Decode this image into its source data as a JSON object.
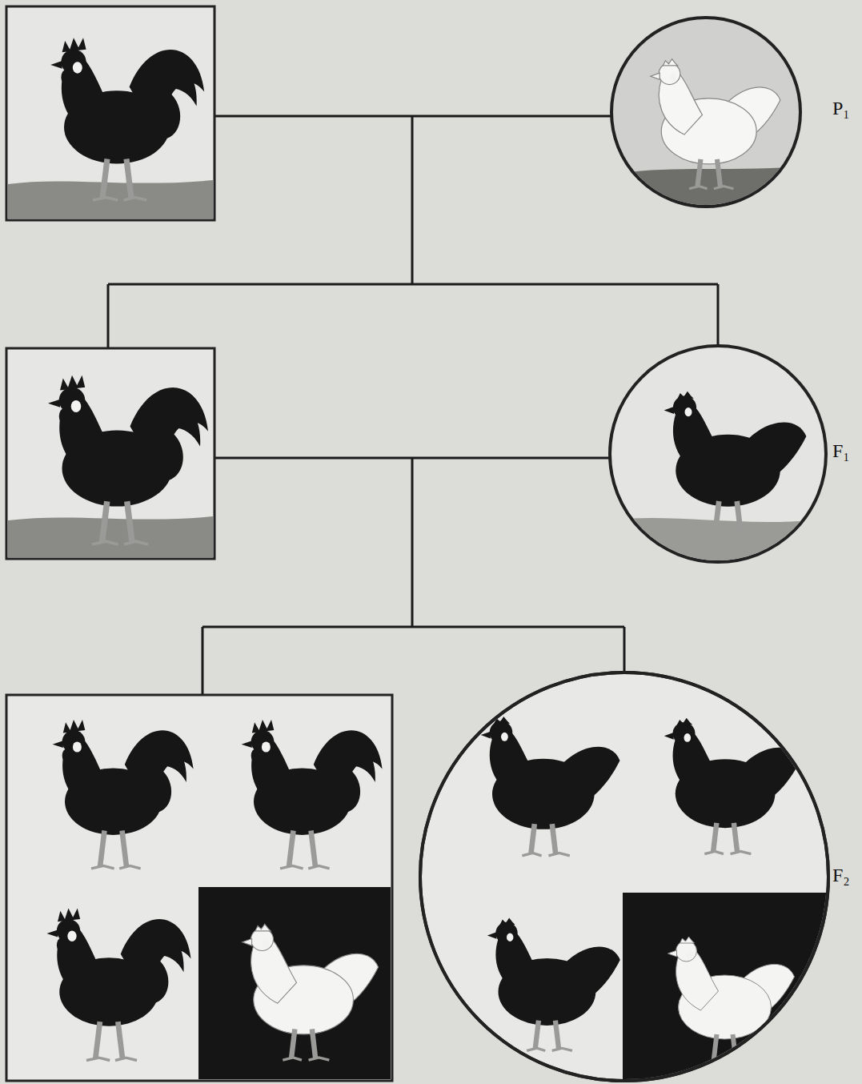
{
  "diagram": {
    "labels": [
      "P₁",
      "F₁",
      "F₂"
    ]
  }
}
